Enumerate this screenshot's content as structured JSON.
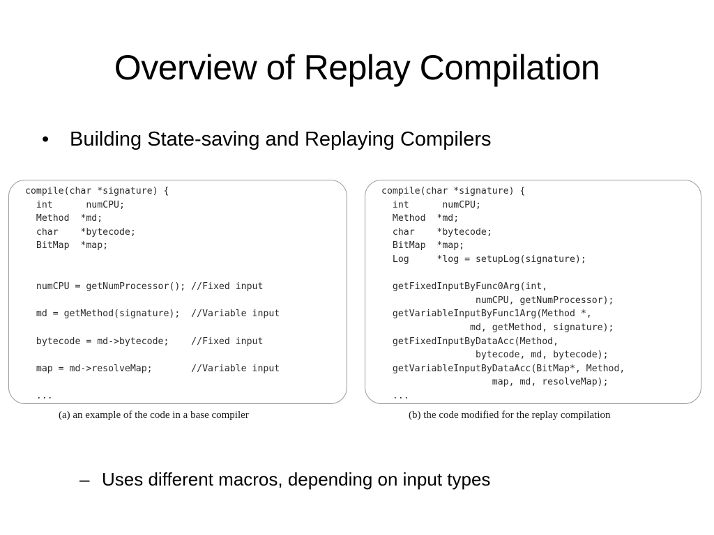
{
  "slide": {
    "title": "Overview of Replay Compilation",
    "bullet": {
      "symbol": "•",
      "text": "Building State-saving and Replaying Compilers"
    },
    "sub_bullet": {
      "symbol": "–",
      "text": "Uses different macros, depending on input types"
    }
  },
  "figures": [
    {
      "caption": "(a) an example of the code in a base compiler",
      "code": "compile(char *signature) {\n  int      numCPU;\n  Method  *md;\n  char    *bytecode;\n  BitMap  *map;\n\n\n  numCPU = getNumProcessor(); //Fixed input\n\n  md = getMethod(signature);  //Variable input\n\n  bytecode = md->bytecode;    //Fixed input\n\n  map = md->resolveMap;       //Variable input\n\n  ..."
    },
    {
      "caption": "(b) the code modified for the replay compilation",
      "code": "compile(char *signature) {\n  int      numCPU;\n  Method  *md;\n  char    *bytecode;\n  BitMap  *map;\n  Log     *log = setupLog(signature);\n\n  getFixedInputByFunc0Arg(int,\n                 numCPU, getNumProcessor);\n  getVariableInputByFunc1Arg(Method *,\n                md, getMethod, signature);\n  getFixedInputByDataAcc(Method,\n                 bytecode, md, bytecode);\n  getVariableInputByDataAcc(BitMap*, Method,\n                    map, md, resolveMap);\n  ..."
    }
  ]
}
